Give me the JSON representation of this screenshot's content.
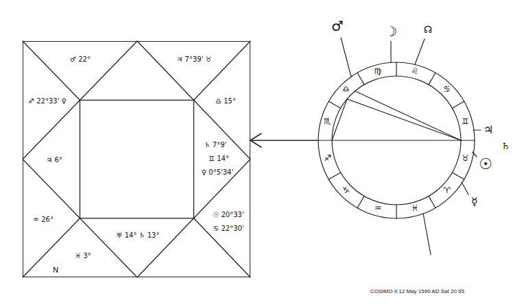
{
  "diagram": {
    "caption": "COSIMO II 12 May 1590 AD Sat 20 55",
    "nodes": [
      {
        "text": [
          "♂ 22°",
          "♃ 7°39' ♉",
          "♐ 22°33' ♀",
          "♎ 15°",
          "♃ 6°",
          "♄ 7°9'",
          "♊ 14°",
          "♀ 0°5'34'",
          "♒ 26°",
          "☉ 20°33'",
          "♋ 22°30'",
          "♅ 14° ♄ 13°",
          "♓ 3°",
          "N"
        ]
      },
      {
        "text": [
          "♐",
          "♑",
          "♒",
          "♓",
          "♈",
          "♉",
          "♊",
          "♋",
          "♌",
          "♍",
          "♎",
          "♏"
        ]
      }
    ],
    "edges": [
      {
        "from": 1,
        "to": 0,
        "arrow": "to"
      }
    ],
    "labels": [
      "♂",
      "☽",
      "☊",
      "♃",
      "♄",
      "☉",
      "☿"
    ]
  }
}
